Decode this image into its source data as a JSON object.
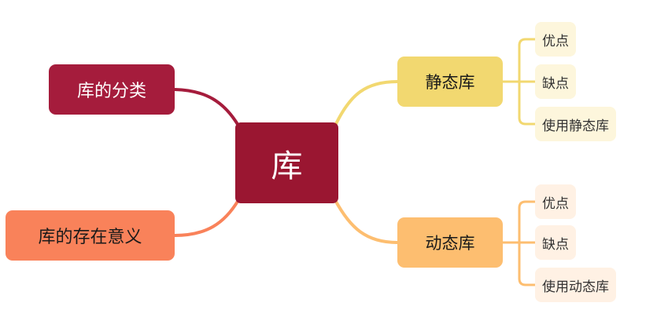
{
  "root": {
    "label": "库"
  },
  "left": {
    "category": "库的分类",
    "meaning": "库的存在意义"
  },
  "right": {
    "static": {
      "label": "静态库",
      "children": [
        "优点",
        "缺点",
        "使用静态库"
      ]
    },
    "dynamic": {
      "label": "动态库",
      "children": [
        "优点",
        "缺点",
        "使用动态库"
      ]
    }
  },
  "colors": {
    "root": "#9a1631",
    "category": "#a51c3c",
    "meaning": "#f9825a",
    "static": "#f2d870",
    "dynamic": "#fdbe70",
    "static_leaf": "#fdf6dc",
    "dynamic_leaf": "#fff1e4"
  }
}
